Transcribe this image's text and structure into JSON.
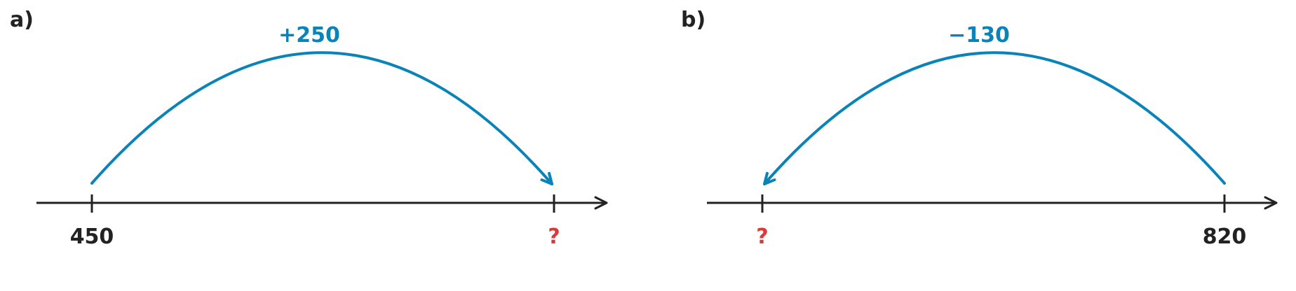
{
  "colors": {
    "axis": "#222222",
    "arc": "#0a84b8",
    "unknown": "#d93a3a",
    "text": "#222222"
  },
  "panels": [
    {
      "label": "a)",
      "jump": "+250",
      "start_value": "450",
      "end_value": "?",
      "direction": "right"
    },
    {
      "label": "b)",
      "jump": "−130",
      "start_value": "820",
      "end_value": "?",
      "direction": "left"
    }
  ]
}
